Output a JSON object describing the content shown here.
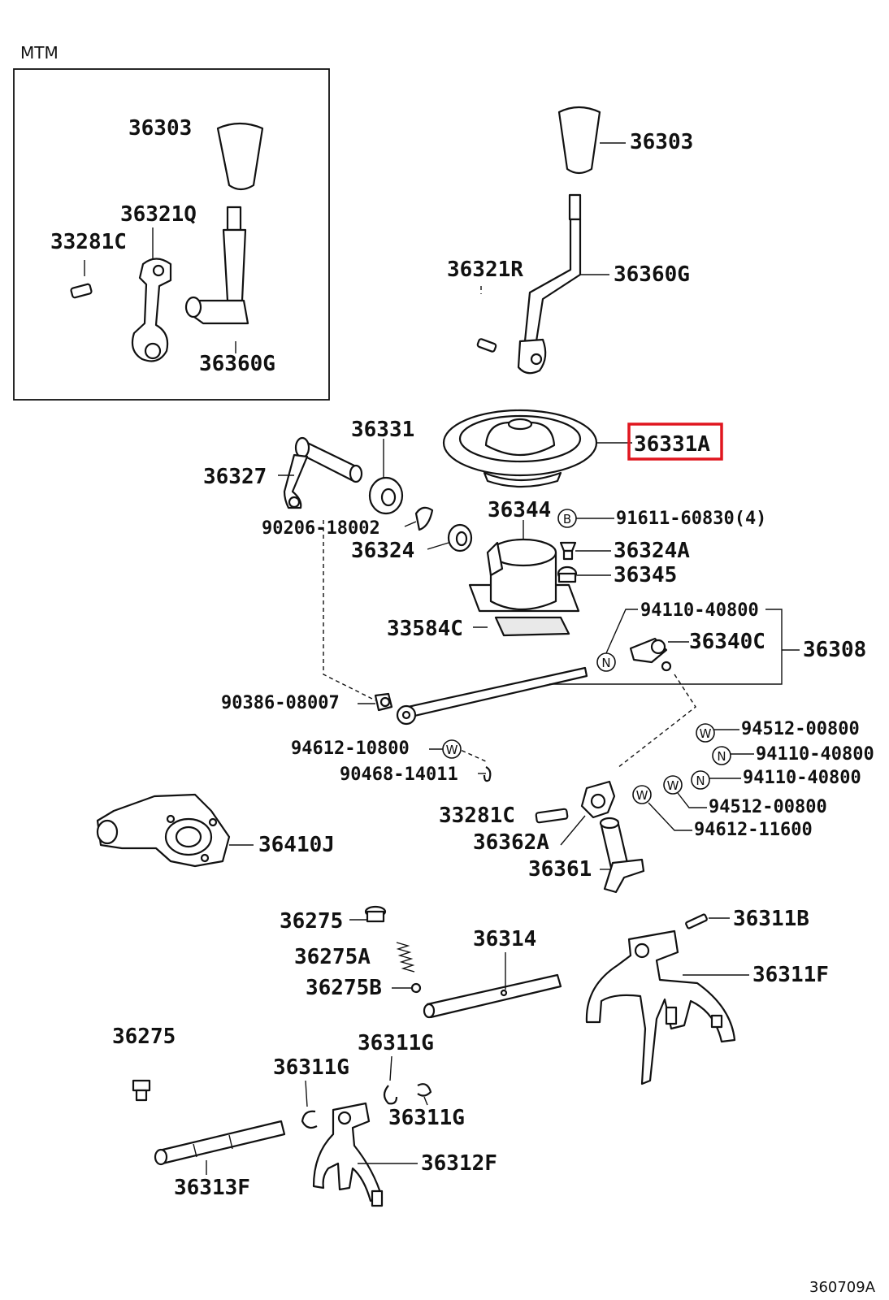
{
  "header": {
    "box_title": "MTM"
  },
  "figure_id": "360709A",
  "highlight_color": "#e0161f",
  "labels": {
    "knob_left": "36303",
    "lever_left": "36321Q",
    "pin_left": "33281C",
    "shift_lever_left": "36360G",
    "knob_right": "36303",
    "lever_right": "36321R",
    "shift_lever_right": "36360G",
    "boot": "36331A",
    "seal_36331": "36331",
    "lever_36327": "36327",
    "bolt_90206": "90206-18002",
    "bushing_36324": "36324",
    "housing_36344": "36344",
    "bolt_91611": "91611-60830(4)",
    "bushing_36324A": "36324A",
    "bushing_36345": "36345",
    "gasket_33584C": "33584C",
    "nut_94110_top": "94110-40800",
    "joint_36340C": "36340C",
    "rod_36308": "36308",
    "bolt_90386": "90386-08007",
    "washer_94612_10800": "94612-10800",
    "clip_90468": "90468-14011",
    "washer_94512_a": "94512-00800",
    "nut_94110_a": "94110-40800",
    "nut_94110_b": "94110-40800",
    "washer_94512_b": "94512-00800",
    "washer_94612_11600": "94612-11600",
    "pin_33281C": "33281C",
    "lever_36362A": "36362A",
    "shaft_36361": "36361",
    "housing_36410J": "36410J",
    "plug_36275_top": "36275",
    "spring_36275A": "36275A",
    "ball_36275B": "36275B",
    "shaft_36314": "36314",
    "pin_36311B": "36311B",
    "fork_36311F": "36311F",
    "plug_36275_bottom": "36275",
    "ring_36311G_top": "36311G",
    "ring_36311G_left": "36311G",
    "ring_36311G_right": "36311G",
    "shaft_36313F": "36313F",
    "fork_36312F": "36312F"
  },
  "symbols": {
    "bolt": "B",
    "nut": "N",
    "washer": "W"
  }
}
